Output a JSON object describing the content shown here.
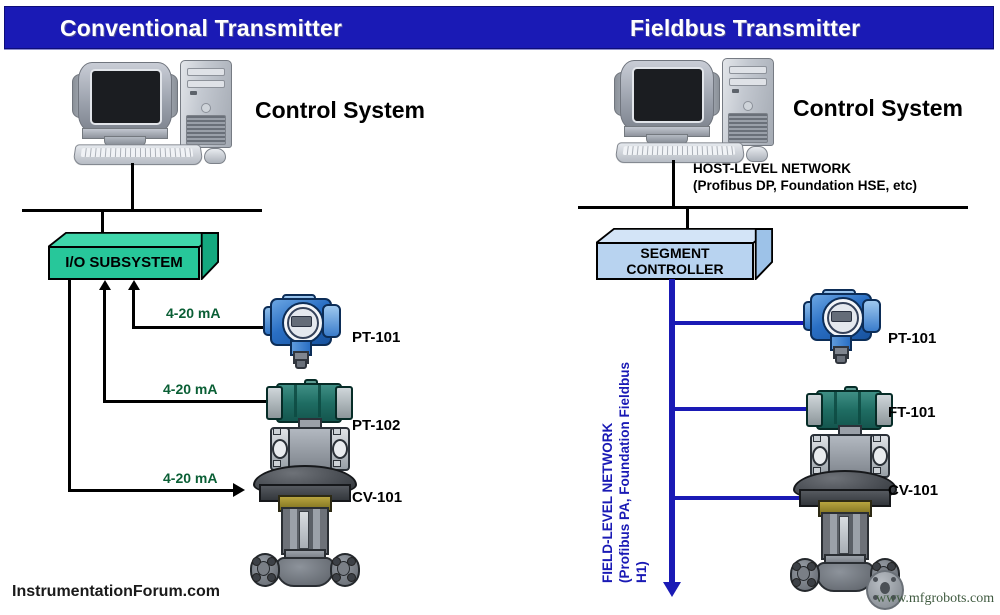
{
  "banner": {
    "left_title": "Conventional Transmitter",
    "right_title": "Fieldbus Transmitter",
    "bg_color": "#1a1ab5",
    "text_color": "#ffffff"
  },
  "left_panel": {
    "control_system_label": "Control System",
    "io_subsystem_label": "I/O SUBSYSTEM",
    "io_box_color": "#27c79a",
    "signal_labels": [
      "4-20 mA",
      "4-20 mA",
      "4-20 mA"
    ],
    "signal_color": "#0a5f35",
    "devices": [
      {
        "tag": "PT-101",
        "type": "pressure-transmitter",
        "color": "#2a6fc4"
      },
      {
        "tag": "PT-102",
        "type": "pressure-transmitter",
        "color": "#1f6d63"
      },
      {
        "tag": "CV-101",
        "type": "control-valve",
        "color": "#4a4e54"
      }
    ]
  },
  "right_panel": {
    "control_system_label": "Control System",
    "host_network_line1": "HOST-LEVEL NETWORK",
    "host_network_line2": "(Profibus DP, Foundation HSE, etc)",
    "segment_controller_line1": "SEGMENT",
    "segment_controller_line2": "CONTROLLER",
    "segment_box_color": "#b8d3f0",
    "field_network_line1": "FIELD-LEVEL NETWORK",
    "field_network_line2": "(Profibus PA, Foundation Fieldbus",
    "field_network_line3": "H1)",
    "bus_color": "#1a1ab5",
    "devices": [
      {
        "tag": "PT-101",
        "type": "pressure-transmitter",
        "color": "#2a6fc4"
      },
      {
        "tag": "FT-101",
        "type": "flow-transmitter",
        "color": "#1f6d63"
      },
      {
        "tag": "CV-101",
        "type": "control-valve",
        "color": "#4a4e54"
      }
    ]
  },
  "watermarks": {
    "left": "InstrumentationForum.com",
    "right": "www.mfgrobots.com"
  }
}
